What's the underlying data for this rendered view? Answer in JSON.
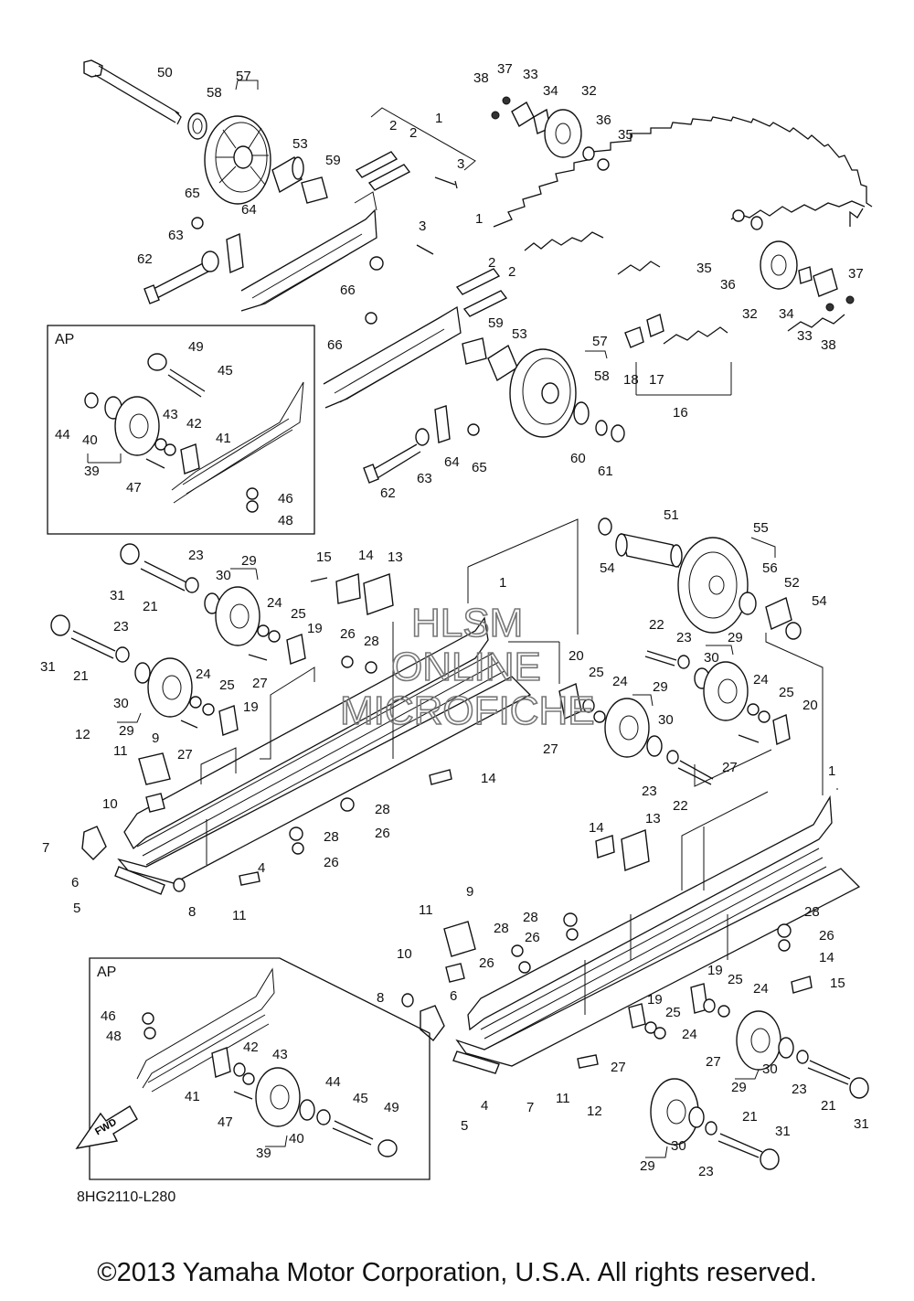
{
  "diagram_code": "8HG2110-L280",
  "copyright": "©2013 Yamaha Motor Corporation, U.S.A. All rights reserved.",
  "watermark": [
    "HLSM",
    "ONLINE",
    "MICROFICHE"
  ],
  "inset_label": "AP",
  "fwd_label": "FWD",
  "callouts": [
    "1",
    "2",
    "3",
    "4",
    "5",
    "6",
    "7",
    "8",
    "9",
    "10",
    "11",
    "12",
    "13",
    "14",
    "15",
    "16",
    "17",
    "18",
    "19",
    "20",
    "21",
    "22",
    "23",
    "24",
    "25",
    "26",
    "27",
    "28",
    "29",
    "30",
    "31",
    "32",
    "33",
    "34",
    "35",
    "36",
    "37",
    "38",
    "39",
    "40",
    "41",
    "42",
    "43",
    "44",
    "45",
    "46",
    "47",
    "48",
    "49",
    "50",
    "51",
    "52",
    "53",
    "54",
    "55",
    "56",
    "57",
    "58",
    "59",
    "60",
    "61",
    "62",
    "63",
    "64",
    "65",
    "66"
  ]
}
